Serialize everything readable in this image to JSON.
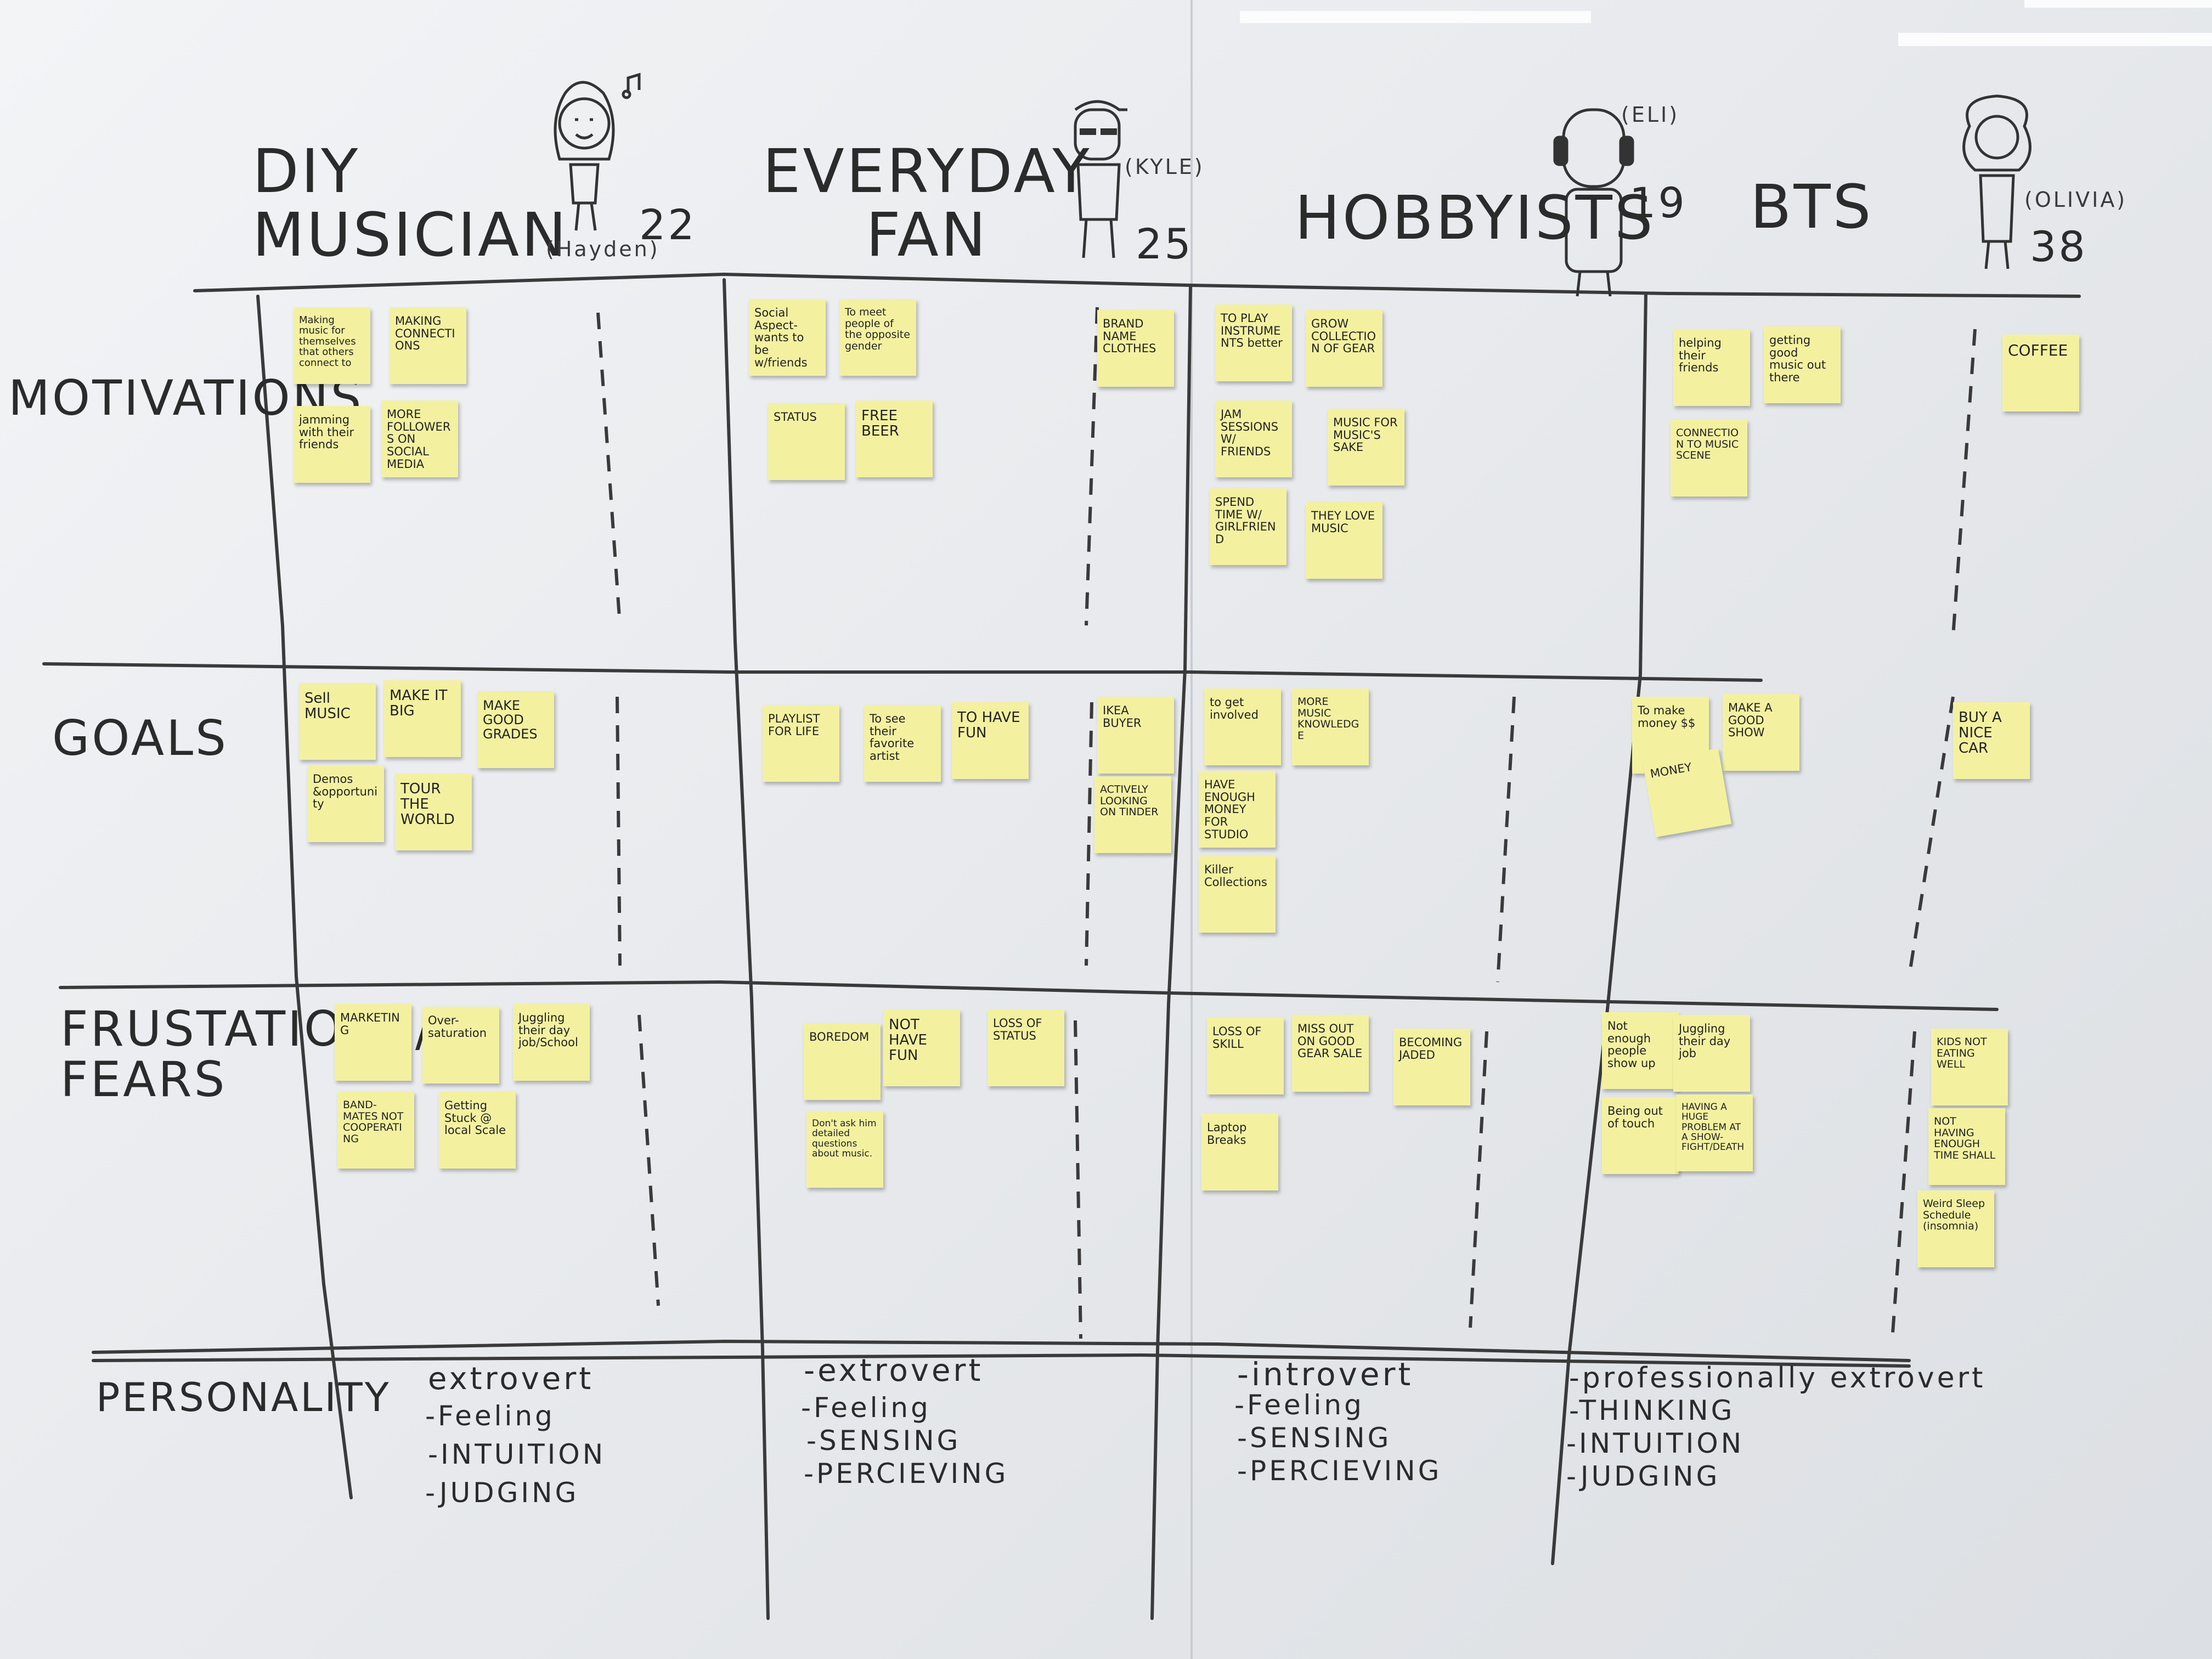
{
  "personas": [
    {
      "title": "DIY\nMUSICIAN",
      "name": "(Hayden)",
      "age": "22"
    },
    {
      "title": "EVERYDAY\nFAN",
      "name": "(KYLE)",
      "age": "25"
    },
    {
      "title": "HOBBYISTS",
      "name": "(ELI)",
      "age": "19"
    },
    {
      "title": "BTS",
      "name": "(OLIVIA)",
      "age": "38"
    }
  ],
  "rows": [
    "MOTIVATIONS",
    "GOALS",
    "FRUSTATIONS/\nFEARS",
    "PERSONALITY"
  ],
  "notes": {
    "diy_motivations": [
      "Making music for themselves that others connect to",
      "MAKING CONNECTIONS",
      "jamming with their friends",
      "MORE FOLLOWERS ON SOCIAL MEDIA"
    ],
    "diy_goals": [
      "Sell MUSIC",
      "MAKE IT BIG",
      "MAKE GOOD GRADES",
      "Demos &opportunity",
      "TOUR THE WORLD"
    ],
    "diy_fears": [
      "MARKETING",
      "Over-saturation",
      "Juggling their day job/School",
      "BAND-MATES NOT COOPERATING",
      "Getting Stuck @ local Scale"
    ],
    "fan_motivations": [
      "Social Aspect-wants to be w/friends",
      "To meet people of the opposite gender",
      "BRAND NAME CLOTHES",
      "STATUS",
      "FREE BEER"
    ],
    "fan_goals": [
      "PLAYLIST FOR LIFE",
      "To see their favorite artist",
      "TO HAVE FUN",
      "IKEA BUYER",
      "ACTIVELY LOOKING ON TINDER"
    ],
    "fan_fears": [
      "BOREDOM",
      "NOT HAVE FUN",
      "LOSS OF STATUS",
      "Don't ask him detailed questions about music."
    ],
    "hob_motivations": [
      "TO PLAY INSTRUMENTS better",
      "GROW COLLECTION OF GEAR",
      "JAM SESSIONS W/ FRIENDS",
      "MUSIC FOR MUSIC'S SAKE",
      "SPEND TIME W/ GIRLFRIEND",
      "THEY LOVE MUSIC"
    ],
    "hob_goals": [
      "to get involved",
      "MORE MUSIC KNOWLEDGE",
      "HAVE ENOUGH MONEY FOR STUDIO",
      "Killer Collections"
    ],
    "hob_fears": [
      "LOSS OF SKILL",
      "MISS OUT ON GOOD GEAR SALE",
      "BECOMING JADED",
      "Laptop Breaks"
    ],
    "bts_motivations": [
      "helping their friends",
      "getting good music out there",
      "CONNECTION TO MUSIC SCENE",
      "COFFEE"
    ],
    "bts_goals": [
      "To make money $$",
      "MAKE A GOOD SHOW",
      "MONEY",
      "BUY A NICE CAR"
    ],
    "bts_fears": [
      "Not enough people show up",
      "Juggling their day job",
      "Being out of touch",
      "HAVING A HUGE PROBLEM AT A SHOW-FIGHT/DEATH",
      "KIDS NOT EATING WELL",
      "NOT HAVING ENOUGH TIME SHALL",
      "Weird Sleep Schedule (insomnia)"
    ]
  },
  "personality": {
    "diy": [
      "extrovert",
      "-Feeling",
      "-INTUITION",
      "-JUDGING"
    ],
    "fan": [
      "-extrovert",
      "-Feeling",
      "-SENSING",
      "-PERCIEVING"
    ],
    "hob": [
      "-introvert",
      "-Feeling",
      "-SENSING",
      "-PERCIEVING"
    ],
    "bts": [
      "-professionally extrovert",
      "-THINKING",
      "-INTUITION",
      "-JUDGING"
    ]
  },
  "colors": {
    "sticky": "#f3f1a0",
    "marker": "#2b2b2b",
    "board": "#eceef1"
  }
}
